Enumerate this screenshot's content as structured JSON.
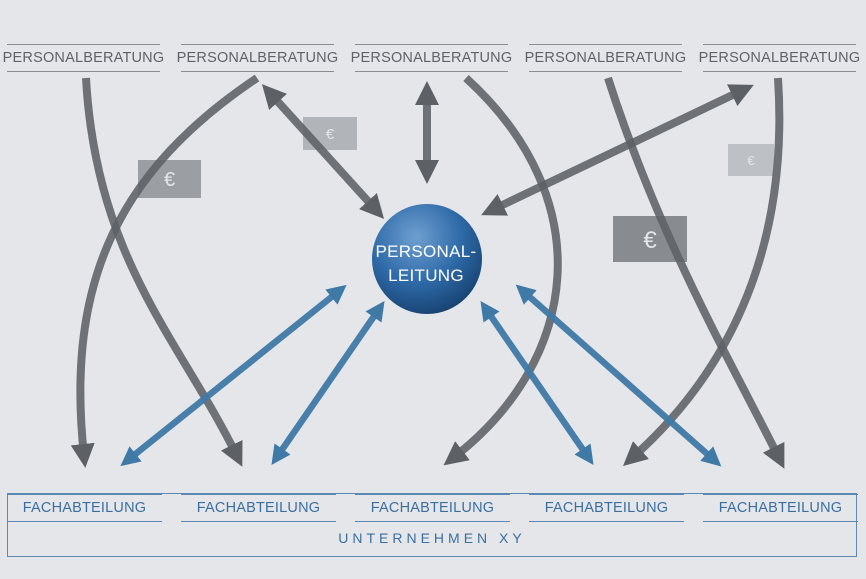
{
  "top_units": [
    "PERSONALBERATUNG",
    "PERSONALBERATUNG",
    "PERSONALBERATUNG",
    "PERSONALBERATUNG",
    "PERSONALBERATUNG"
  ],
  "bottom_units": [
    "FACHABTEILUNG",
    "FACHABTEILUNG",
    "FACHABTEILUNG",
    "FACHABTEILUNG",
    "FACHABTEILUNG"
  ],
  "center": {
    "line1": "PERSONAL-",
    "line2": "LEITUNG"
  },
  "company": "UNTERNEHMEN XY",
  "euro_symbol": "€",
  "colors": {
    "background": "#e4e6e9",
    "grey_arrow": "#5d6165",
    "blue_arrow": "#3f79a6",
    "euro_box": "#8e9296"
  }
}
